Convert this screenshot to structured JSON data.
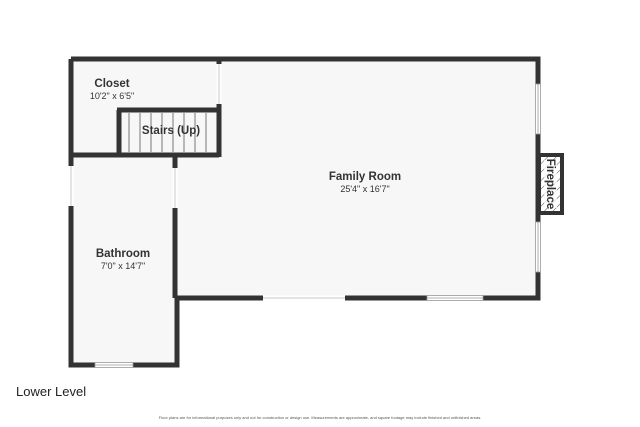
{
  "floor_plan": {
    "level_label": "Lower Level",
    "disclaimer": "Floor plans are for informational purposes only and not for construction or design use. Measurements are approximate, and square footage may include finished and unfinished areas.",
    "rooms": {
      "closet": {
        "name": "Closet",
        "dimensions": "10'2\" x 6'5\""
      },
      "stairs": {
        "name": "Stairs (Up)"
      },
      "family_room": {
        "name": "Family Room",
        "dimensions": "25'4\" x 16'7\""
      },
      "bathroom": {
        "name": "Bathroom",
        "dimensions": "7'0\" x 14'7\""
      },
      "fireplace": {
        "name": "Fireplace"
      }
    },
    "colors": {
      "wall": "#333333",
      "floor": "#f7f7f7",
      "window": "#c8c8c8"
    }
  }
}
